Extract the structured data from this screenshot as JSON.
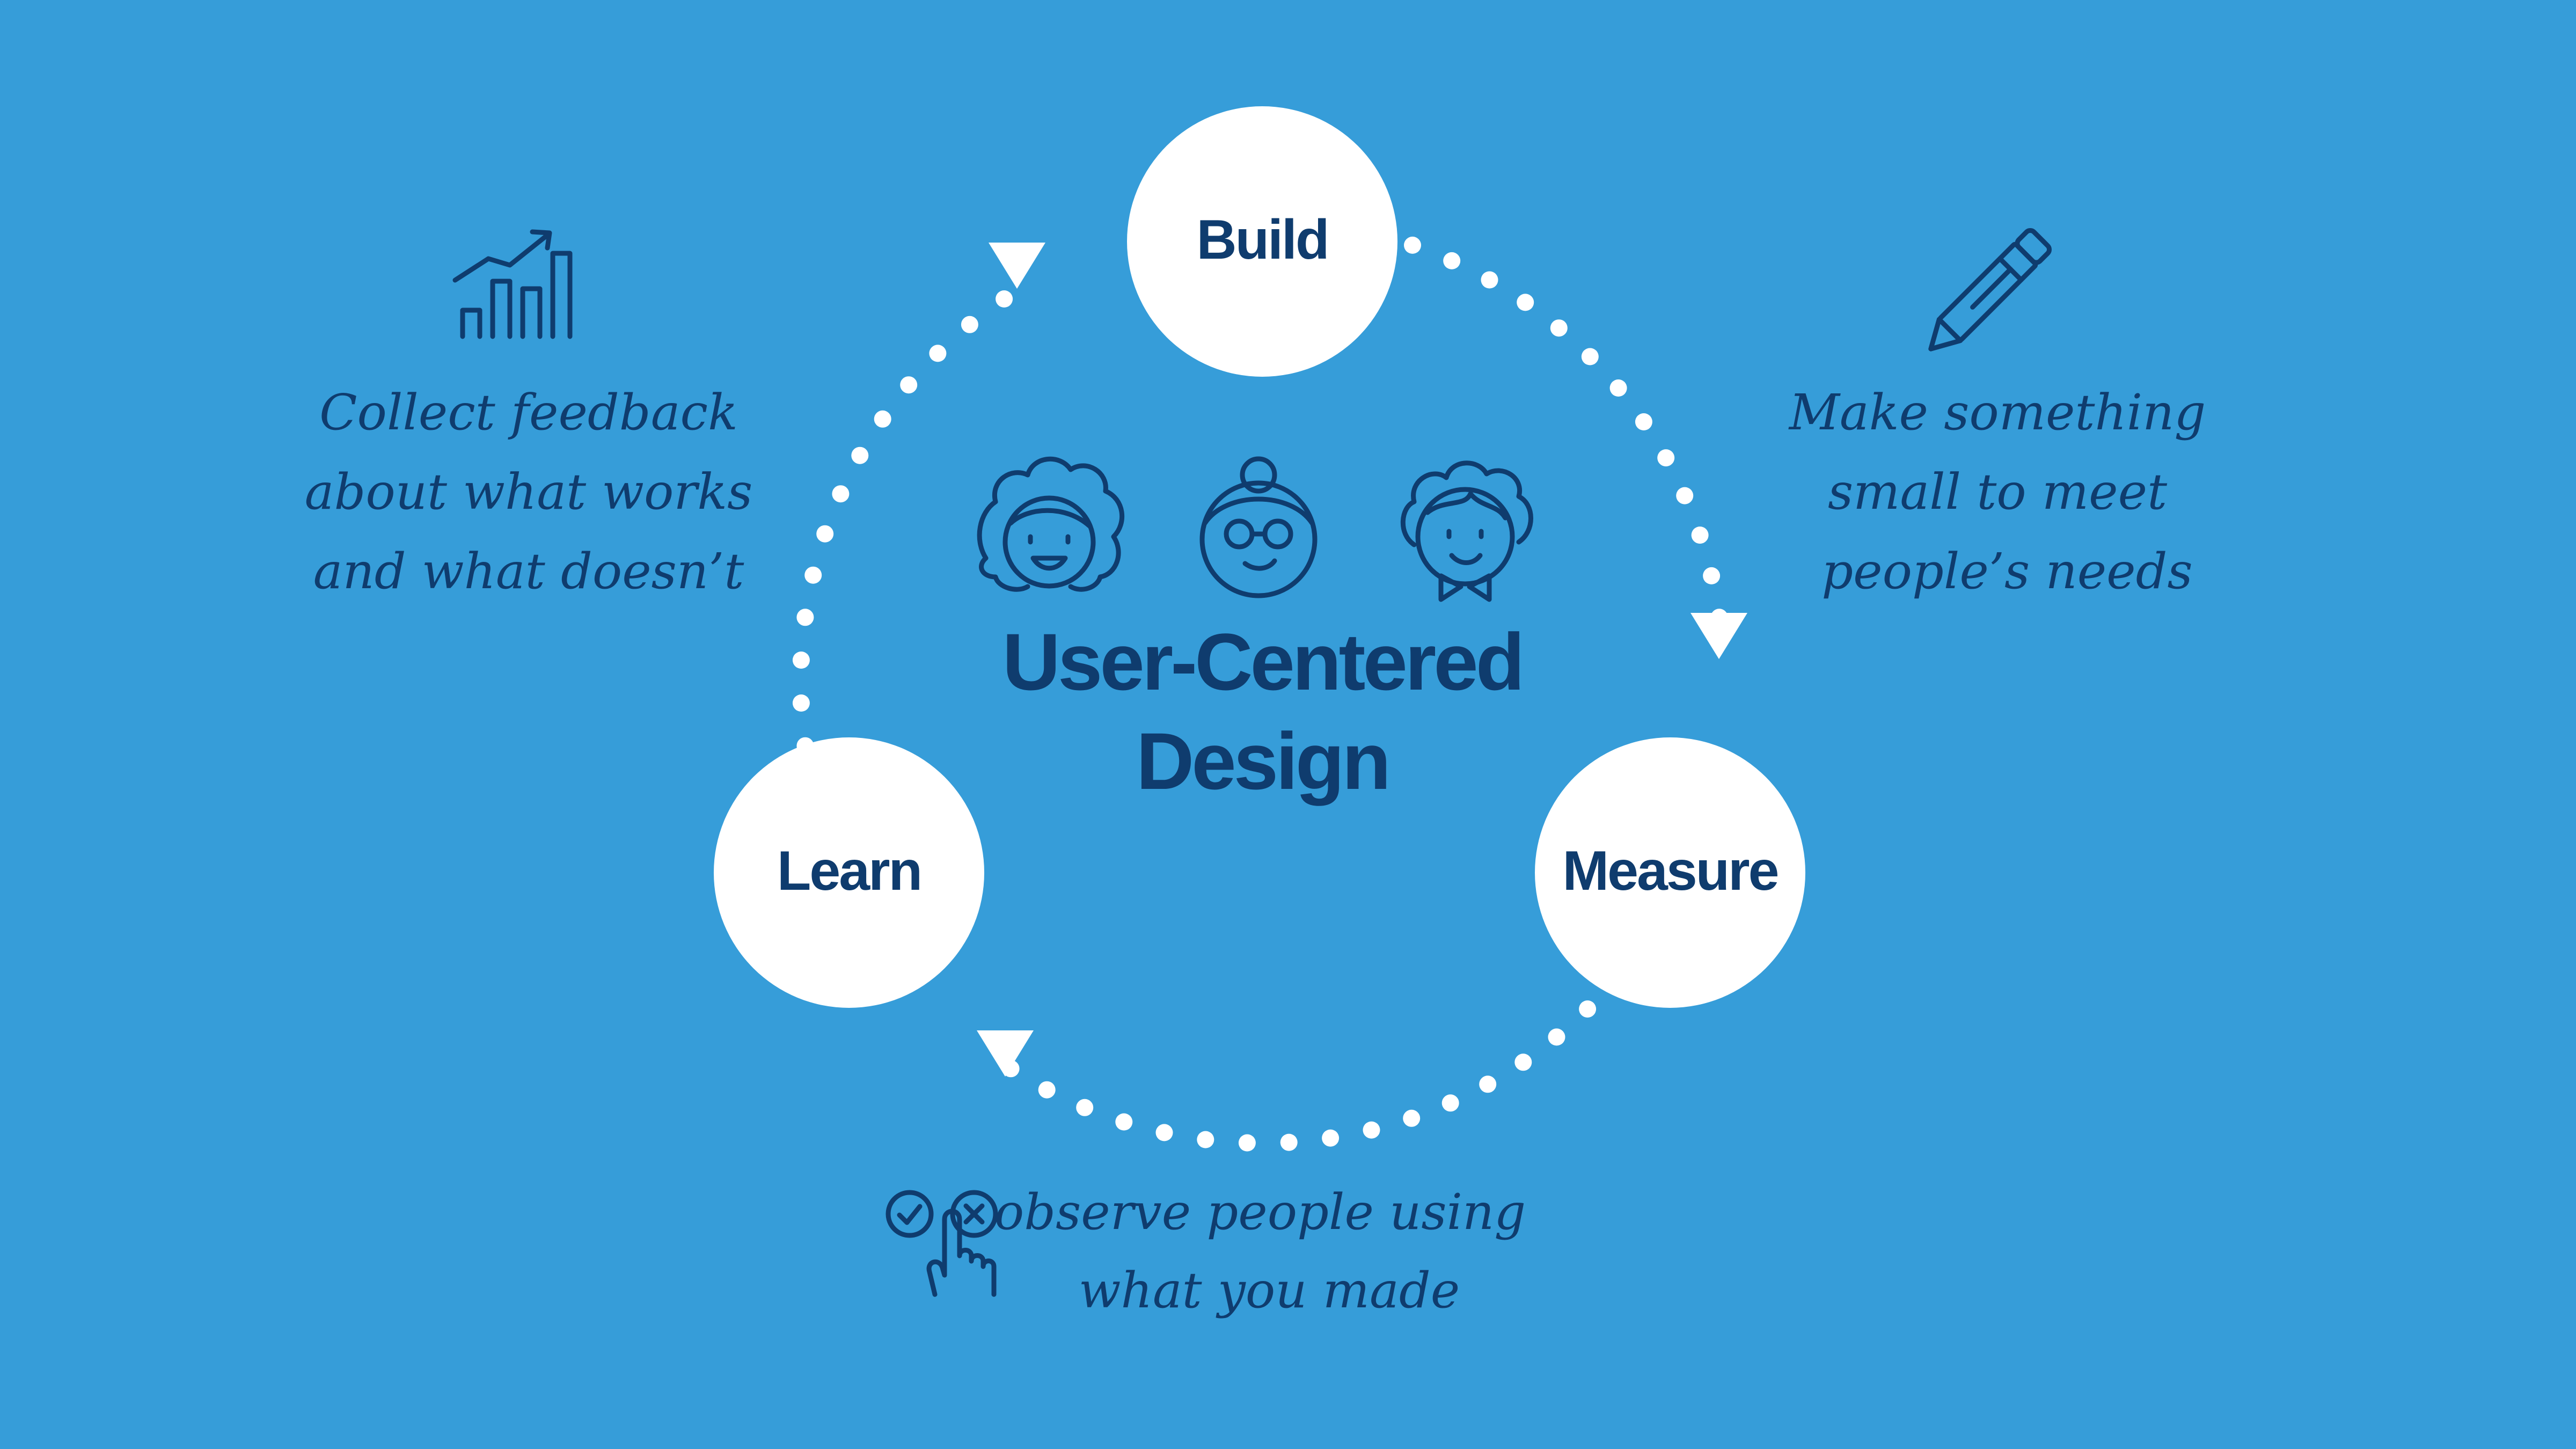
{
  "diagram": {
    "title_line1": "User-Centered",
    "title_line2": "Design",
    "nodes": {
      "build": "Build",
      "measure": "Measure",
      "learn": "Learn"
    },
    "notes": {
      "build": [
        "Make something",
        "small to meet",
        "people’s needs"
      ],
      "measure": [
        "observe people using",
        "what you made"
      ],
      "learn": [
        "Collect feedback",
        "about what works",
        "and what doesn’t"
      ]
    }
  },
  "icons": {
    "build": "pencil-icon",
    "measure": "check-cross-touch-icon",
    "learn": "rising-bar-chart-icon",
    "users": [
      "curly-hair-person-icon",
      "glasses-person-icon",
      "bowtie-person-icon"
    ]
  },
  "colors": {
    "background": "#369dd9",
    "node_fill": "#ffffff",
    "text": "#0f3c6e",
    "arrows": "#ffffff"
  }
}
